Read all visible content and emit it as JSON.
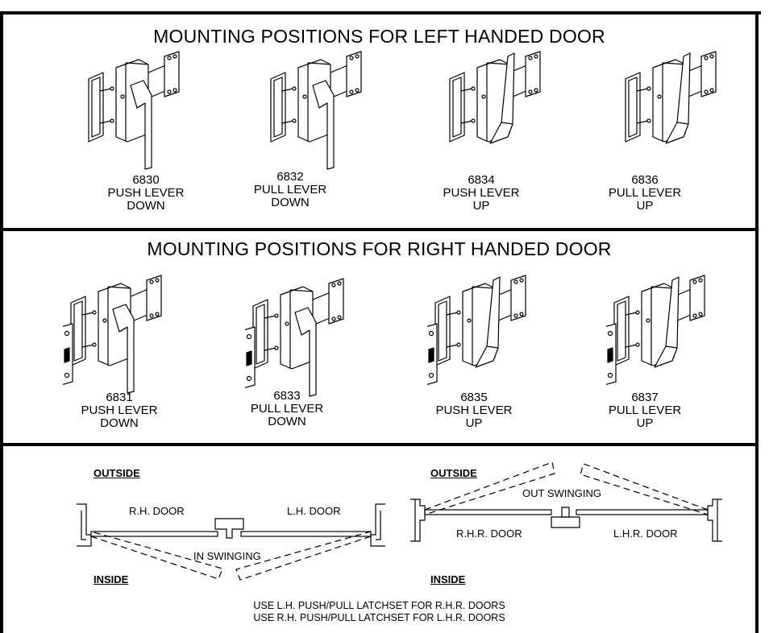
{
  "sections": {
    "left_title": "MOUNTING POSITIONS FOR LEFT HANDED DOOR",
    "right_title": "MOUNTING POSITIONS FOR RIGHT HANDED DOOR"
  },
  "left_models": [
    {
      "model": "6830",
      "action": "PUSH LEVER",
      "direction": "DOWN"
    },
    {
      "model": "6832",
      "action": "PULL LEVER",
      "direction": "DOWN"
    },
    {
      "model": "6834",
      "action": "PUSH LEVER",
      "direction": "UP"
    },
    {
      "model": "6836",
      "action": "PULL LEVER",
      "direction": "UP"
    }
  ],
  "right_models": [
    {
      "model": "6831",
      "action": "PUSH LEVER",
      "direction": "DOWN"
    },
    {
      "model": "6833",
      "action": "PULL LEVER",
      "direction": "DOWN"
    },
    {
      "model": "6835",
      "action": "PUSH LEVER",
      "direction": "UP"
    },
    {
      "model": "6837",
      "action": "PULL LEVER",
      "direction": "UP"
    }
  ],
  "diagram_in": {
    "outside": "OUTSIDE",
    "inside": "INSIDE",
    "left_door": "R.H. DOOR",
    "right_door": "L.H. DOOR",
    "swing": "IN SWINGING"
  },
  "diagram_out": {
    "outside": "OUTSIDE",
    "inside": "INSIDE",
    "left_door": "R.H.R. DOOR",
    "right_door": "L.H.R. DOOR",
    "swing": "OUT SWINGING"
  },
  "notes": [
    "USE L.H. PUSH/PULL LATCHSET FOR R.H.R. DOORS",
    "USE R.H. PUSH/PULL LATCHSET FOR L.H.R. DOORS"
  ]
}
